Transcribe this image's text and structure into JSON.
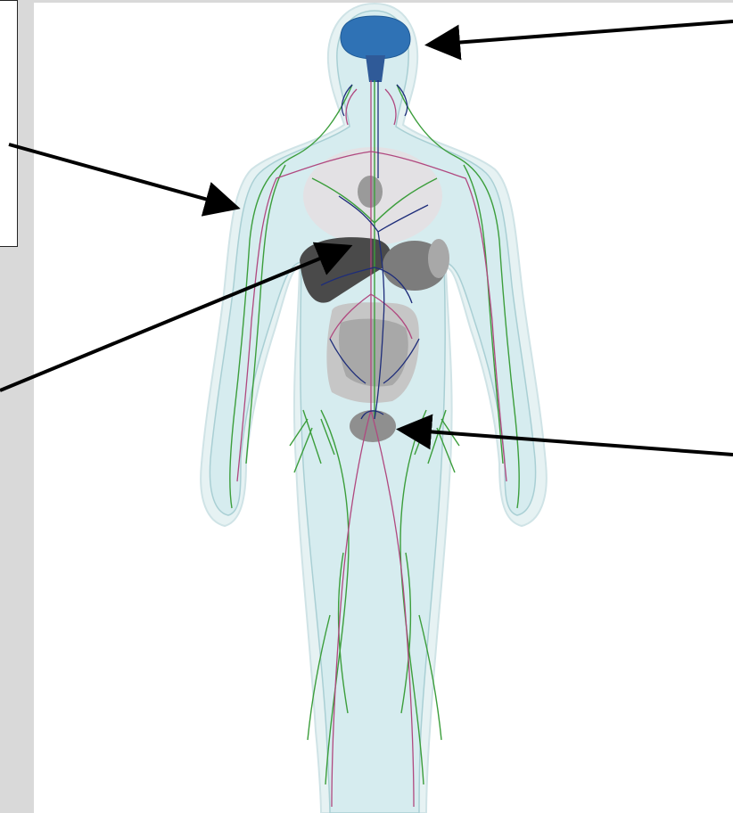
{
  "diagram": {
    "subject": "human-body-anatomy",
    "colors": {
      "body_fill": "#d6ecef",
      "halo": "#e6f2f3",
      "brain": "#2f72b5",
      "lymph": "#3c9e3c",
      "artery": "#b0487f",
      "vein": "#1e2d7a",
      "liver": "#4a4a4a",
      "organ_gray": "#8f8f8f",
      "organ_light": "#bdbdbd",
      "arrow": "#000000"
    },
    "labels": [
      {
        "id": "label-brain",
        "text": ""
      },
      {
        "id": "label-arm",
        "text": ""
      },
      {
        "id": "label-liver",
        "text": ""
      },
      {
        "id": "label-bladder",
        "text": ""
      }
    ]
  }
}
